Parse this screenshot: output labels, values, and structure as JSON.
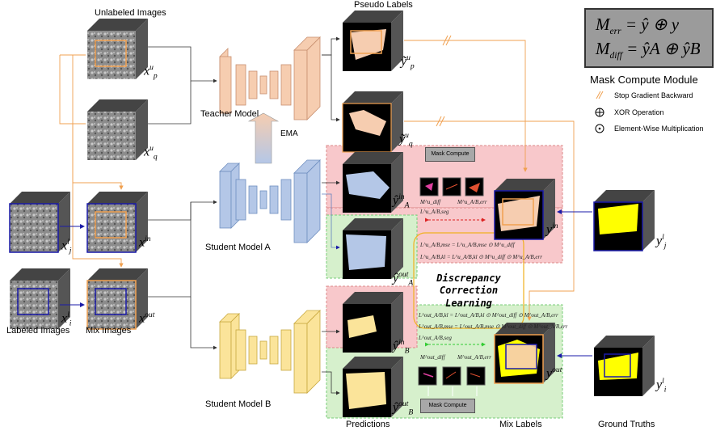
{
  "labels": {
    "unlabeled_images": "Unlabeled Images",
    "pseudo_labels": "Pseudo Labels",
    "teacher_model": "Teacher Model",
    "ema": "EMA",
    "student_a": "Student Model A",
    "student_b": "Student Model B",
    "labeled_images": "Labeled Images",
    "mix_images": "Mix Images",
    "predictions": "Predictions",
    "mix_labels": "Mix Labels",
    "ground_truths": "Ground Truths",
    "mask_compute_top": "Mask Compute",
    "mask_compute_bottom": "Mask Compute",
    "dcl_line1": "Discrepancy",
    "dcl_line2": "Correction Learning"
  },
  "legend": {
    "title": "Mask Compute Module",
    "items": [
      {
        "label": "Stop Gradient Backward",
        "icon": "stop-gradient-icon"
      },
      {
        "label": "XOR Operation",
        "icon": "xor-icon"
      },
      {
        "label": "Element-Wise Multiplication",
        "icon": "dot-multiply-icon"
      }
    ]
  },
  "formula": {
    "line1": {
      "lhs": "M",
      "sub": "err",
      "rhs": "= ŷ ⊕ y"
    },
    "line2": {
      "lhs": "M",
      "sub": "diff",
      "rhs": "= ŷA ⊕ ŷB"
    }
  },
  "symbols": {
    "xpu": {
      "base": "x",
      "sup": "u",
      "sub": "p"
    },
    "xqu": {
      "base": "x",
      "sup": "u",
      "sub": "q"
    },
    "xjl": {
      "base": "x",
      "sup": "l",
      "sub": "j"
    },
    "xil": {
      "base": "x",
      "sup": "l",
      "sub": "i"
    },
    "xin": {
      "base": "x",
      "sup": "in",
      "sub": ""
    },
    "xout": {
      "base": "x",
      "sup": "out",
      "sub": ""
    },
    "ypu": {
      "base": "ỹ",
      "sup": "u",
      "sub": "p"
    },
    "yqu": {
      "base": "ỹ",
      "sup": "u",
      "sub": "q"
    },
    "yAin": {
      "base": "ŷ",
      "sup": "in",
      "sub": "A"
    },
    "yAout": {
      "base": "ŷ",
      "sup": "out",
      "sub": "A"
    },
    "yBin": {
      "base": "ŷ",
      "sup": "in",
      "sub": "B"
    },
    "yBout": {
      "base": "ŷ",
      "sup": "out",
      "sub": "B"
    },
    "yin": {
      "base": "y",
      "sup": "in",
      "sub": ""
    },
    "yout": {
      "base": "y",
      "sup": "out",
      "sub": ""
    },
    "yjl": {
      "base": "y",
      "sup": "l",
      "sub": "j"
    },
    "yil": {
      "base": "y",
      "sup": "l",
      "sub": "i"
    }
  },
  "mask_labels": {
    "top_diff": "M^u_diff",
    "top_err": "M^u_A/B,err",
    "bottom_diff": "M^out_diff",
    "bottom_err": "M^out_A/B,err"
  },
  "equations": {
    "top": [
      "L^u_A/B,seg",
      "L^u_A/B,mse = L^u_A/B,mse ⊙ M^u_diff",
      "L^u_A/B,kl = L^u_A/B,kl ⊙ M^u_diff ⊙ M^u_A/B,err"
    ],
    "bottom": [
      "L^out_A/B,kl = L^out_A/B,kl ⊙ M^out_diff ⊙ M^out_A/B,err",
      "L^out_A/B,mse = L^out_A/B,mse ⊙ M^out_diff ⊙ M^out_A/B,err",
      "L^out_A/B,seg"
    ]
  },
  "colors": {
    "teacher": "#f6cdb0",
    "student_a": "#b4c7e7",
    "student_b": "#fbe49a",
    "pink_region": "#f8c8cb",
    "green_region": "#d6f0cc",
    "yellow_label": "#ffff00",
    "orange": "#f0a050",
    "blue": "#1a1aa8",
    "dcl_border": "#f0b020"
  }
}
